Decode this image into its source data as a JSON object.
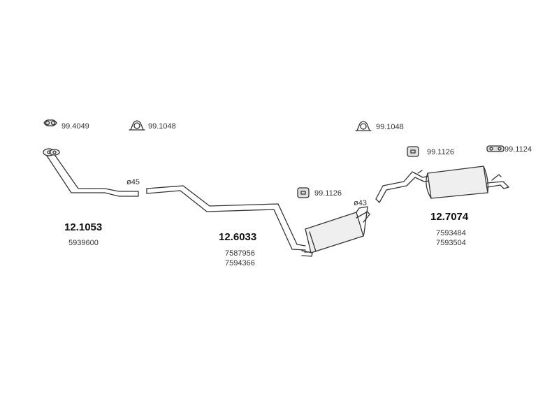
{
  "components": {
    "gasket_left": {
      "code": "99.4049"
    },
    "clamp_left": {
      "code": "99.1048"
    },
    "clamp_right": {
      "code": "99.1048"
    },
    "hanger_mid": {
      "code": "99.1126"
    },
    "hanger_right": {
      "code": "99.1126"
    },
    "hanger_far_right": {
      "code": "99.1124"
    },
    "front_pipe": {
      "part_number": "12.1053",
      "oem_numbers": [
        "5939600"
      ],
      "diameter": "ø45"
    },
    "middle_section": {
      "part_number": "12.6033",
      "oem_numbers": [
        "7587956",
        "7594366"
      ],
      "diameter": "ø43"
    },
    "rear_silencer": {
      "part_number": "12.7074",
      "oem_numbers": [
        "7593484",
        "7593504"
      ]
    }
  }
}
